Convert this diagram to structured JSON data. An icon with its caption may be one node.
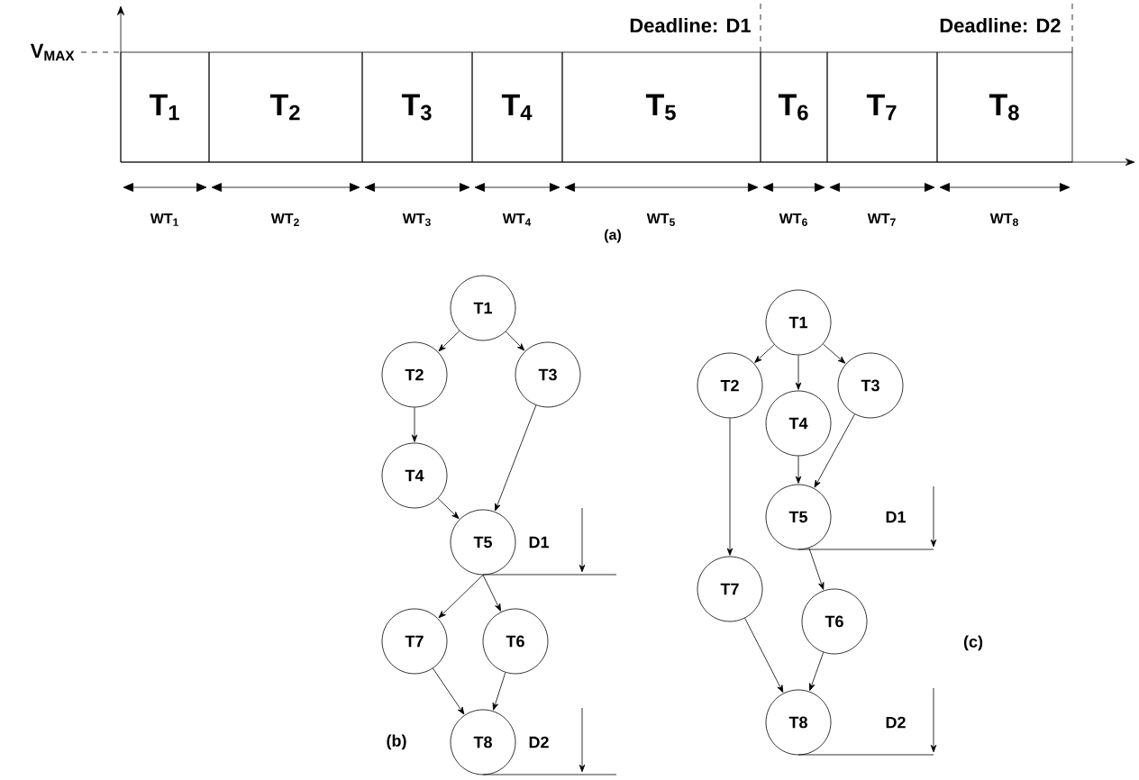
{
  "diagram": {
    "nodes": [
      {
        "text": [
          "T$_{1}$"
        ]
      },
      {
        "text": [
          "T$_{2}$"
        ]
      },
      {
        "text": [
          "T$_{3}$"
        ]
      },
      {
        "text": [
          "T$_{4}$"
        ]
      },
      {
        "text": [
          "T$_{5}$"
        ]
      },
      {
        "text": [
          "T$_{6}$"
        ]
      },
      {
        "text": [
          "T$_{7}$"
        ]
      },
      {
        "text": [
          "T$_{8}$"
        ]
      },
      {
        "text": [
          "T1"
        ]
      },
      {
        "text": [
          "T2"
        ]
      },
      {
        "text": [
          "T3"
        ]
      },
      {
        "text": [
          "T4"
        ]
      },
      {
        "text": [
          "T5"
        ]
      },
      {
        "text": [
          "T6"
        ]
      },
      {
        "text": [
          "T7"
        ]
      },
      {
        "text": [
          "T8"
        ]
      },
      {
        "text": [
          "T1"
        ]
      },
      {
        "text": [
          "T2"
        ]
      },
      {
        "text": [
          "T3"
        ]
      },
      {
        "text": [
          "T4"
        ]
      },
      {
        "text": [
          "T5"
        ]
      },
      {
        "text": [
          "T6"
        ]
      },
      {
        "text": [
          "T7"
        ]
      },
      {
        "text": [
          "T8"
        ]
      }
    ],
    "edges": [
      {
        "from": 8,
        "to": 9,
        "arrow": "to"
      },
      {
        "from": 8,
        "to": 10,
        "arrow": "to"
      },
      {
        "from": 9,
        "to": 11,
        "arrow": "to"
      },
      {
        "from": 10,
        "to": 12,
        "arrow": "to"
      },
      {
        "from": 11,
        "to": 12,
        "arrow": "to"
      },
      {
        "from": 12,
        "to": 14,
        "arrow": "to"
      },
      {
        "from": 12,
        "to": 13,
        "arrow": "to"
      },
      {
        "from": 14,
        "to": 15,
        "arrow": "to"
      },
      {
        "from": 13,
        "to": 15,
        "arrow": "to"
      },
      {
        "from": 16,
        "to": 17,
        "arrow": "to"
      },
      {
        "from": 16,
        "to": 19,
        "arrow": "to"
      },
      {
        "from": 16,
        "to": 18,
        "arrow": "to"
      },
      {
        "from": 17,
        "to": 22,
        "arrow": "to"
      },
      {
        "from": 19,
        "to": 20,
        "arrow": "to"
      },
      {
        "from": 18,
        "to": 20,
        "arrow": "to"
      },
      {
        "from": 20,
        "to": 21,
        "arrow": "to"
      },
      {
        "from": 21,
        "to": 23,
        "arrow": "to"
      },
      {
        "from": 22,
        "to": 23,
        "arrow": "to"
      }
    ],
    "labels": [
      "Deadline: D1",
      "Deadline: D2",
      "V$_{MAX}$",
      "WT$_{1}$",
      "WT$_{2}$",
      "WT$_{3}$",
      "WT$_{4}$",
      "WT$_{5}$",
      "WT$_{6}$",
      "WT$_{7}$",
      "WT$_{8}$",
      "(a)",
      "D1",
      "(b)",
      "D2",
      "D1",
      "(c)",
      "D2"
    ]
  }
}
